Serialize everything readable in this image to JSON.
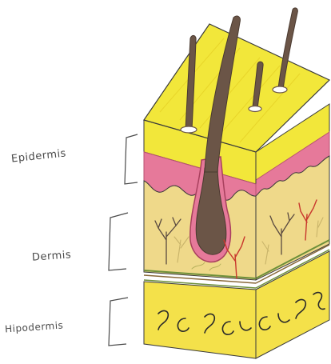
{
  "labels": {
    "epidermis": "Epidermis",
    "dermis": "Dermis",
    "hipodermis": "Hipodermis"
  },
  "colors": {
    "paper": "#ffffff",
    "epidermis_yellow": "#f2e73a",
    "epidermis_pink": "#e6799a",
    "dermis_beige": "#efd98a",
    "hypodermis_yellow": "#f4e14a",
    "hair_brown": "#6b5547",
    "fat_ink": "#2a2a2a",
    "vessel_red": "#c8372d",
    "nerve_dark": "#5a4a40",
    "outline": "#3a3a3a"
  },
  "icons": {
    "bracket": "square-bracket"
  }
}
